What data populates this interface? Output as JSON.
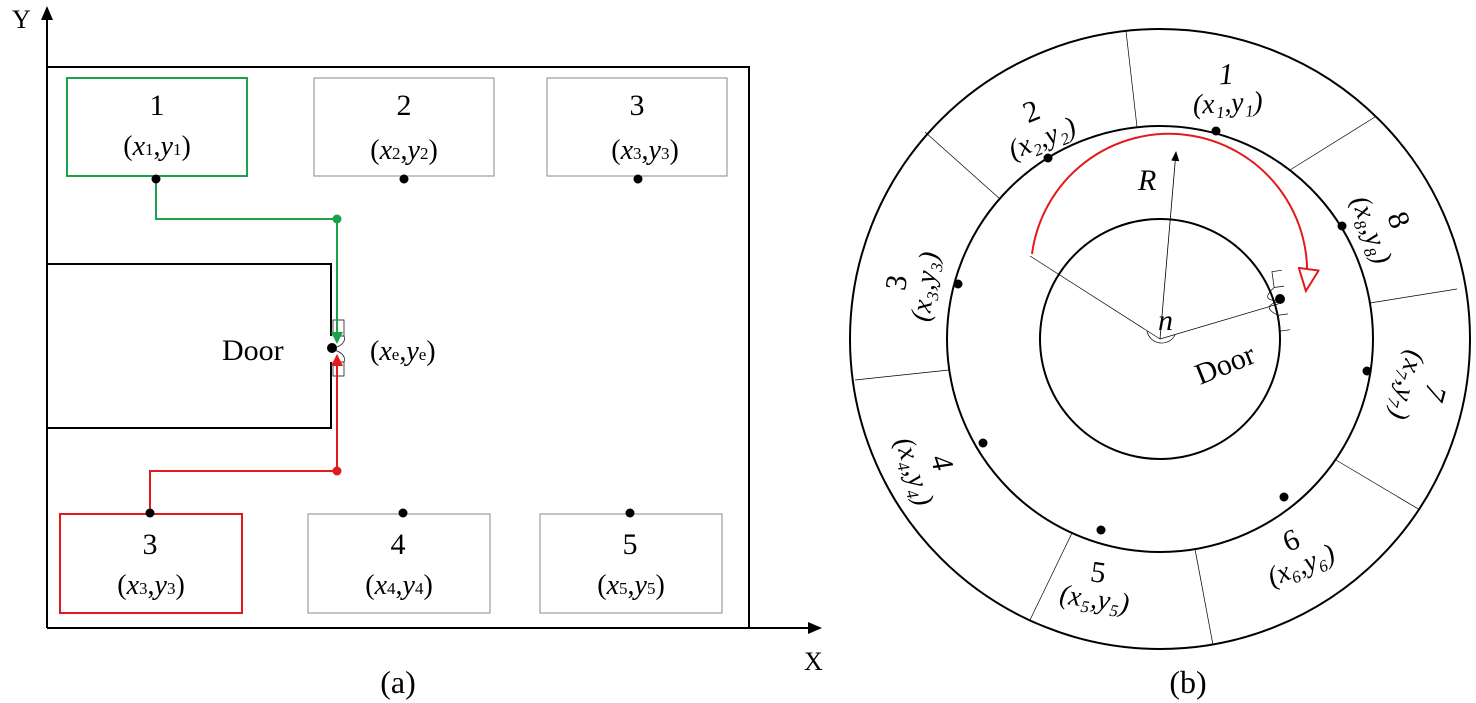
{
  "panel_a": {
    "caption": "(a)",
    "axis_x": "X",
    "axis_y": "Y",
    "door_label": "Door",
    "door_coord": {
      "open": "(",
      "var1": "x",
      "sub1": "e",
      "comma": ",",
      "var2": "y",
      "sub2": "e",
      "close": ")"
    },
    "path_colors": {
      "green": "#1aa14a",
      "red": "#e31a1c",
      "gray": "#888888"
    },
    "top_shelves": [
      {
        "num": "1",
        "var1": "x",
        "sub1": "1",
        "var2": "y",
        "sub2": "1",
        "highlight": "green"
      },
      {
        "num": "2",
        "var1": "x",
        "sub1": "2",
        "var2": "y",
        "sub2": "2",
        "highlight": "none"
      },
      {
        "num": "3",
        "var1": "x",
        "sub1": "3",
        "var2": "y",
        "sub2": "3",
        "highlight": "none"
      }
    ],
    "bottom_shelves": [
      {
        "num": "3",
        "var1": "x",
        "sub1": "3",
        "var2": "y",
        "sub2": "3",
        "highlight": "red"
      },
      {
        "num": "4",
        "var1": "x",
        "sub1": "4",
        "var2": "y",
        "sub2": "4",
        "highlight": "none"
      },
      {
        "num": "5",
        "var1": "x",
        "sub1": "5",
        "var2": "y",
        "sub2": "5",
        "highlight": "none"
      }
    ]
  },
  "panel_b": {
    "caption": "(b)",
    "radius_label": "R",
    "angle_label": "n",
    "door_label": "Door",
    "sectors": [
      {
        "num": "1",
        "coord": "(x₁,y₁)"
      },
      {
        "num": "2",
        "coord": "(x₂,y₂)"
      },
      {
        "num": "3",
        "coord": "(x₃,y₃)"
      },
      {
        "num": "4",
        "coord": "(x₄,y₄)"
      },
      {
        "num": "5",
        "coord": "(x₅,y₅)"
      },
      {
        "num": "6",
        "coord": "(x₆,y₆)"
      },
      {
        "num": "7",
        "coord": "(x₇,y₇)"
      },
      {
        "num": "8",
        "coord": "(x₈,y₈)"
      }
    ]
  }
}
